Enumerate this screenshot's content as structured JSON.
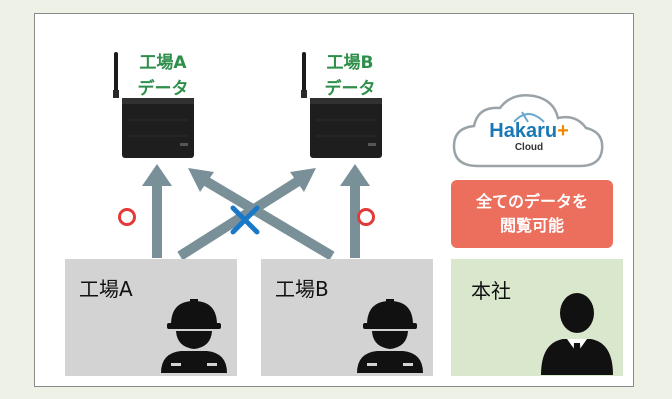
{
  "factory_a_data_label": {
    "line1": "工場A",
    "line2": "データ"
  },
  "factory_b_data_label": {
    "line1": "工場B",
    "line2": "データ"
  },
  "cloud": {
    "brand": "Hakaru",
    "plus": "+",
    "sub": "Cloud"
  },
  "badge": {
    "line1": "全てのデータを",
    "line2": "閲覧可能"
  },
  "boxes": {
    "factory_a": "工場A",
    "factory_b": "工場B",
    "head_office": "本社"
  },
  "colors": {
    "label_green": "#2e8f4a",
    "arrow": "#7a9098",
    "circle": "#e23a3a",
    "cross": "#1a78c8",
    "badge": "#ec6e5c",
    "cloud_text": "#1a78b5",
    "cloud_plus": "#f08a00",
    "gray_box": "#d3d3d3",
    "green_box": "#d9e8cd"
  }
}
